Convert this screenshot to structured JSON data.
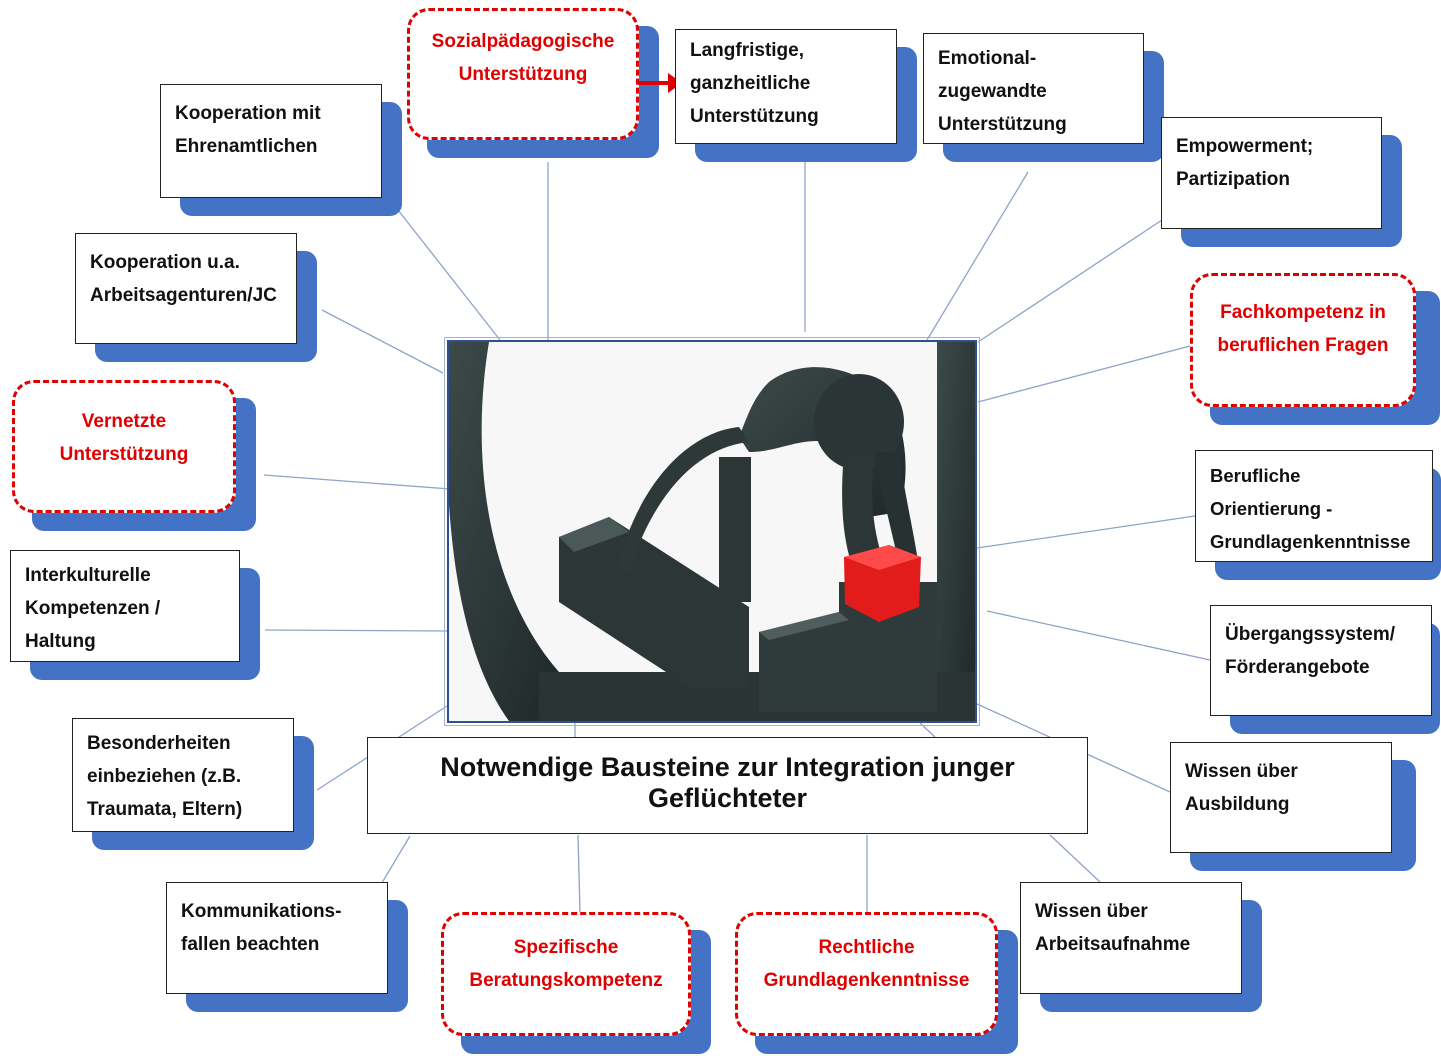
{
  "center_title": "Notwendige Bausteine zur Integration junger Geflüchteter",
  "nodes": {
    "sozialpaedagogische": "Sozialpädagogische\nUnterstützung",
    "langfristige": "Langfristige,\nganzheitliche\nUnterstützung",
    "emotional": "Emotional-\nzugewandte\nUnterstützung",
    "empowerment": "Empowerment;\nPartizipation",
    "ehrenamtliche": "Kooperation mit\nEhrenamtlichen",
    "arbeitsagenturen": "Kooperation u.a.\nArbeitsagenturen/JC",
    "vernetzte": "Vernetzte\nUnterstützung",
    "interkulturelle": "Interkulturelle\nKompetenzen /\nHaltung",
    "besonderheiten": "Besonderheiten\neinbeziehen (z.B.\nTraumata, Eltern)",
    "kommunikation": "Kommunikations-\nfallen beachten",
    "beratung": "Spezifische\nBeratungskompetenz",
    "rechtliche": "Rechtliche\nGrundlagenkenntnisse",
    "arbeitsaufnahme": "Wissen über\nArbeitsaufnahme",
    "ausbildung": "Wissen über\nAusbildung",
    "uebergang": "Übergangssystem/\nFörderangebote",
    "berufliche": "Berufliche\nOrientierung -\nGrundlagenkenntnisse",
    "fachkompetenz": "Fachkompetenz in\nberuflichen Fragen"
  },
  "colors": {
    "highlight": "#e00000",
    "shadow": "#4472c4",
    "connector": "#8ea3c8"
  }
}
